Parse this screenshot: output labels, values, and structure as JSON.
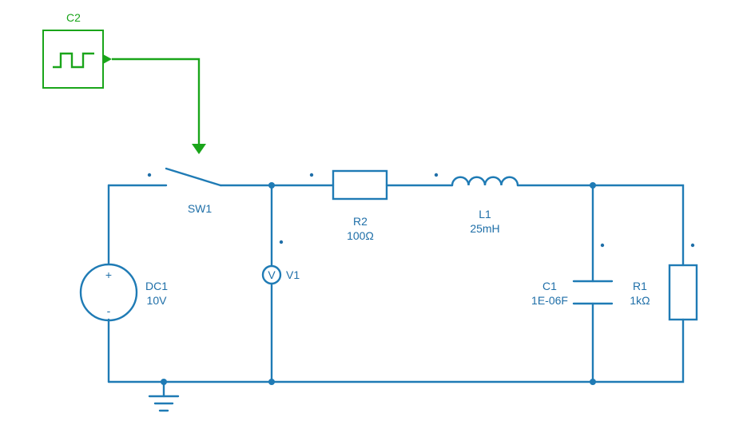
{
  "colors": {
    "wire": "#1f7bb5",
    "signal": "#1aa51a",
    "label": "#1f6fa8"
  },
  "components": {
    "c2": {
      "name": "C2",
      "symbol": "square-wave-icon"
    },
    "sw1": {
      "name": "SW1"
    },
    "dc1": {
      "name": "DC1",
      "value": "10V",
      "plus": "+",
      "minus": "-"
    },
    "v1": {
      "name": "V1",
      "glyph": "V"
    },
    "r2": {
      "name": "R2",
      "value": "100Ω"
    },
    "l1": {
      "name": "L1",
      "value": "25mH"
    },
    "c1": {
      "name": "C1",
      "value": "1E-06F"
    },
    "r1": {
      "name": "R1",
      "value": "1kΩ"
    },
    "gnd": {
      "symbol": "ground-icon"
    }
  }
}
